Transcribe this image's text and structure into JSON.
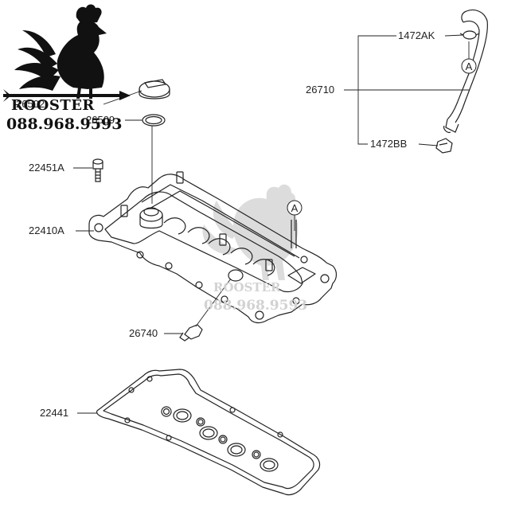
{
  "logo": {
    "brand_name": "ROOSTER",
    "phone": "088.968.9593",
    "icon": "rooster-icon"
  },
  "watermark": {
    "icon": "rooster-icon",
    "brand_name": "ROOSTER",
    "phone": "088.968.9593"
  },
  "parts": [
    {
      "id": "26502",
      "label": "26502",
      "name": "oil-filler-cap"
    },
    {
      "id": "26509",
      "label": "26509",
      "name": "filler-cap-gasket"
    },
    {
      "id": "22451A",
      "label": "22451A",
      "name": "cover-bolt"
    },
    {
      "id": "22410A",
      "label": "22410A",
      "name": "rocker-cover"
    },
    {
      "id": "26740",
      "label": "26740",
      "name": "pcv-valve"
    },
    {
      "id": "22441",
      "label": "22441",
      "name": "rocker-cover-gasket"
    },
    {
      "id": "1472AK",
      "label": "1472AK",
      "name": "hose-clamp"
    },
    {
      "id": "26710",
      "label": "26710",
      "name": "ventilation-hose"
    },
    {
      "id": "1472BB",
      "label": "1472BB",
      "name": "hose-clip"
    }
  ],
  "callouts": [
    {
      "letter": "A",
      "name": "callout-a-hose"
    },
    {
      "letter": "A",
      "name": "callout-a-cover"
    }
  ],
  "colors": {
    "line": "#222222",
    "watermark": "#cfcfcf",
    "logo": "#111111"
  }
}
